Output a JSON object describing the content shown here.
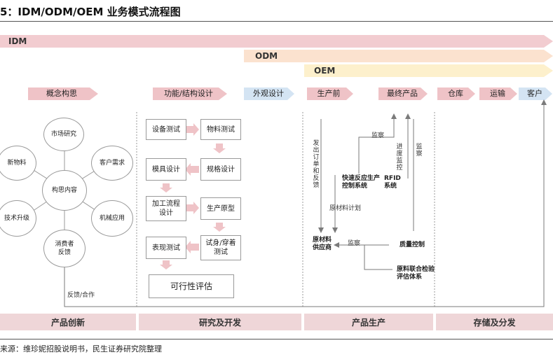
{
  "title": "5：IDM/ODM/OEM 业务模式流程图",
  "bands": {
    "idm": "IDM",
    "odm": "ODM",
    "oem": "OEM"
  },
  "phases": {
    "concept": "概念构思",
    "function_design": "功能/结构设计",
    "appearance_design": "外观设计",
    "pre_production": "生产前",
    "final_product": "最终产品",
    "warehouse": "仓库",
    "transport": "运输",
    "customer": "客户"
  },
  "concept": {
    "center": "构思内容",
    "market_research": "市场研究",
    "customer_demand": "客户需求",
    "new_materials": "新物料",
    "machinery_application": "机械应用",
    "tech_upgrade": "技术升级",
    "consumer_feedback": "消费者反馈",
    "feedback_cooperation": "反馈/合作"
  },
  "rnd": {
    "equipment_test": "设备测试",
    "material_test": "物料测试",
    "mold_design": "模具设计",
    "spec_design": "规格设计",
    "process_design": "加工流程设计",
    "production_prototype": "生产原型",
    "performance_test": "表现测试",
    "fitting_test": "试身/穿着测试",
    "feasibility": "可行性评估"
  },
  "production": {
    "send_order": "发出订单和反馈",
    "monitor_top": "监察",
    "quick_response": "快速反应生产控制系统",
    "rfid": "RFID系统",
    "progress_monitor": "进度监控",
    "monitor_right": "监察",
    "material_plan": "原材料计划",
    "supplier": "原材料供应商",
    "monitor_bottom": "监察",
    "quality_control": "质量控制",
    "inspection_system": "原料联合检验评估体系"
  },
  "footer": {
    "innovation": "产品创新",
    "rnd": "研究及开发",
    "production": "产品生产",
    "storage": "存储及分发"
  },
  "source": "来源：维珍妮招股说明书，民生证券研究院整理",
  "colors": {
    "idm_band": "#f2ccd0",
    "odm_band": "#fbe2cf",
    "oem_band": "#fdf0cc",
    "phase_arrow": "#efc3c7",
    "customer_arrow": "#d4e4f3",
    "footer": "#efd6d8",
    "line": "#7a7a7a"
  }
}
